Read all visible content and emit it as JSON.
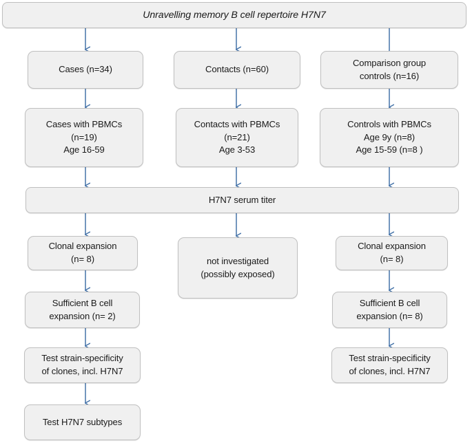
{
  "figure": {
    "type": "flowchart",
    "title_box": {
      "label": "Unravelling memory B cell repertoire H7N7"
    },
    "accent_color": "#4472a8",
    "node_fill": "#f0f0f0",
    "node_border": "#bfbfbf",
    "columns": [
      {
        "name": "cases",
        "label": "Cases"
      },
      {
        "name": "contacts",
        "label": "Contacts"
      },
      {
        "name": "controls",
        "label": "Comparison group controls"
      }
    ],
    "nodes": [
      {
        "id": "title",
        "text": "Unravelling memory B cell repertoire H7N7"
      },
      {
        "id": "cases",
        "text": "Cases (n=34)"
      },
      {
        "id": "contacts",
        "text": "Contacts (n=60)"
      },
      {
        "id": "controls",
        "text": "Comparison group\ncontrols (n=16)"
      },
      {
        "id": "cases-pbmc",
        "text": "Cases with PBMCs\n(n=19)\nAge 16-59"
      },
      {
        "id": "contacts-pbmc",
        "text": "Contacts with PBMCs\n(n=21)\nAge 3-53"
      },
      {
        "id": "controls-pbmc",
        "text": "Controls  with PBMCs\nAge 9y (n=8)\nAge 15-59 (n=8 )"
      },
      {
        "id": "serum-titer",
        "text": "H7N7 serum titer"
      },
      {
        "id": "cases-clonal",
        "text": "Clonal expansion\n(n= 8)"
      },
      {
        "id": "contacts-not-inv",
        "text": "not investigated\n(possibly  exposed)"
      },
      {
        "id": "controls-clonal",
        "text": "Clonal expansion\n(n= 8)"
      },
      {
        "id": "cases-sufficient",
        "text": "Sufficient B cell\nexpansion (n= 2)"
      },
      {
        "id": "controls-sufficient",
        "text": "Sufficient B cell\nexpansion (n= 8)"
      },
      {
        "id": "cases-strain",
        "text": "Test strain-specificity\nof clones, incl. H7N7"
      },
      {
        "id": "controls-strain",
        "text": "Test strain-specificity\nof clones, incl. H7N7"
      },
      {
        "id": "cases-subtypes",
        "text": "Test H7N7 subtypes"
      }
    ]
  }
}
